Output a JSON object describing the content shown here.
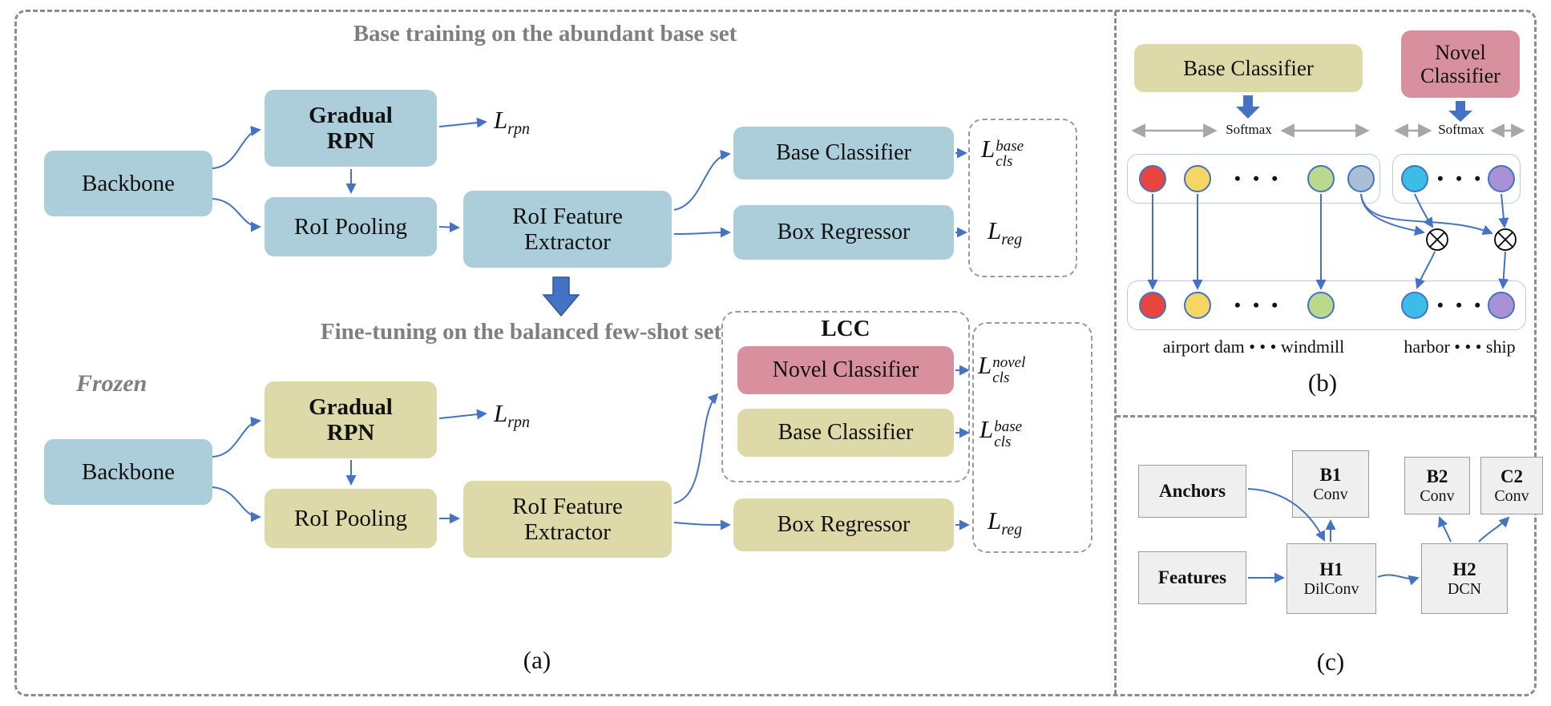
{
  "figure": {
    "caption_a": "(a)",
    "caption_b": "(b)",
    "caption_c": "(c)"
  },
  "colors": {
    "box_blue": "#abceda",
    "box_tan": "#ded9a9",
    "box_pink": "#d9909e",
    "box_gray": "#efefef",
    "arrow_blue": "#4472c4",
    "title_gray": "#7f7f7f",
    "circle_red": "#e8453f",
    "circle_yellow": "#f5d664",
    "circle_green": "#b9d98b",
    "circle_grayblue": "#a9bfd6",
    "circle_cyan": "#3bbde8",
    "circle_purple": "#a991d6"
  },
  "stage_base": {
    "title": "Base training on the abundant base set",
    "backbone": "Backbone",
    "gradual_rpn": {
      "line1": "Gradual",
      "line2": "RPN"
    },
    "roi_pooling": "RoI Pooling",
    "roi_feature_extractor": {
      "line1": "RoI Feature",
      "line2": "Extractor"
    },
    "base_classifier": "Base Classifier",
    "box_regressor": "Box Regressor",
    "loss_rpn": {
      "main": "L",
      "sub": "rpn"
    },
    "loss_cls_base": {
      "main": "L",
      "sub": "cls",
      "sup": "base"
    },
    "loss_reg": {
      "main": "L",
      "sub": "reg"
    }
  },
  "stage_finetune": {
    "title": "Fine-tuning on the balanced few-shot set",
    "frozen": "Frozen",
    "backbone": "Backbone",
    "gradual_rpn": {
      "line1": "Gradual",
      "line2": "RPN"
    },
    "roi_pooling": "RoI Pooling",
    "roi_feature_extractor": {
      "line1": "RoI Feature",
      "line2": "Extractor"
    },
    "lcc_title": "LCC",
    "novel_classifier": "Novel Classifier",
    "base_classifier": "Base Classifier",
    "box_regressor": "Box Regressor",
    "loss_rpn": {
      "main": "L",
      "sub": "rpn"
    },
    "loss_cls_novel": {
      "main": "L",
      "sub": "cls",
      "sup": "novel"
    },
    "loss_cls_base": {
      "main": "L",
      "sub": "cls",
      "sup": "base"
    },
    "loss_reg": {
      "main": "L",
      "sub": "reg"
    }
  },
  "panel_b": {
    "base_classifier": "Base Classifier",
    "novel_classifier": {
      "line1": "Novel",
      "line2": "Classifier"
    },
    "softmax_left": "Softmax",
    "softmax_right": "Softmax",
    "dots": "• • •",
    "labels_left": "airport dam • • • windmill",
    "labels_right": "harbor • • • ship"
  },
  "panel_c": {
    "anchors": "Anchors",
    "features": "Features",
    "b1": {
      "name": "B1",
      "op": "Conv"
    },
    "b2": {
      "name": "B2",
      "op": "Conv"
    },
    "c2": {
      "name": "C2",
      "op": "Conv"
    },
    "h1": {
      "name": "H1",
      "op": "DilConv"
    },
    "h2": {
      "name": "H2",
      "op": "DCN"
    }
  }
}
